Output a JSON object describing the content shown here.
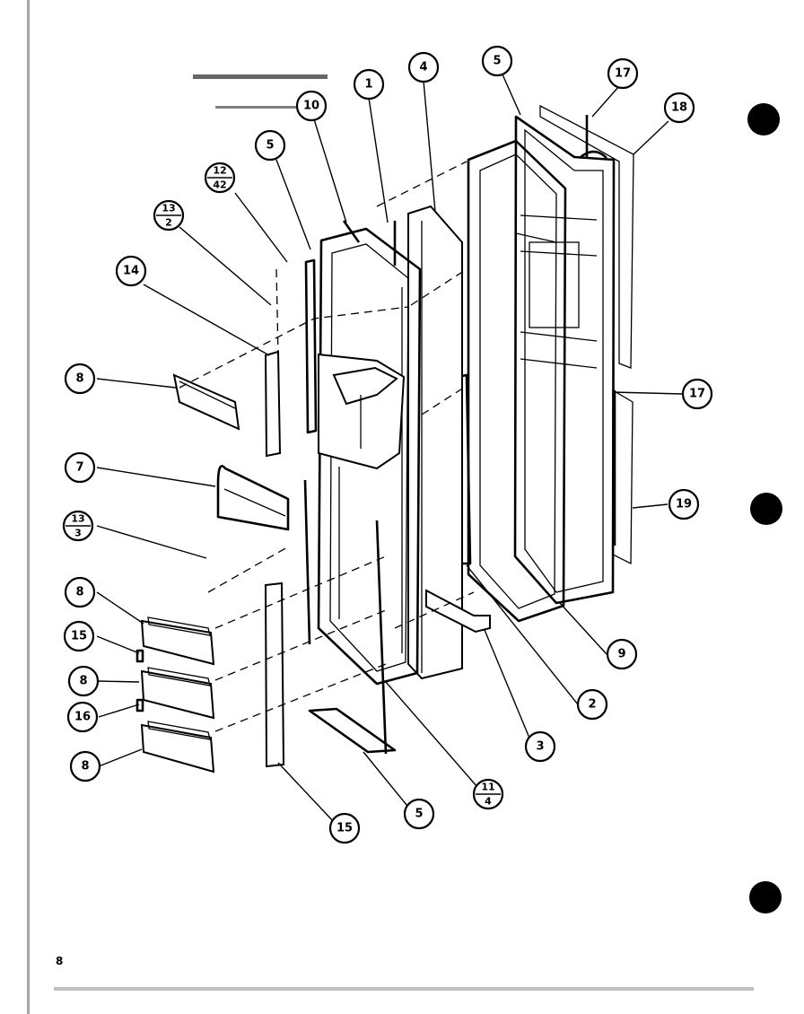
{
  "page": {
    "page_number": "8"
  },
  "callouts": [
    {
      "id": "c1",
      "label": "1"
    },
    {
      "id": "c4",
      "label": "4"
    },
    {
      "id": "c5a",
      "label": "5"
    },
    {
      "id": "c17a",
      "label": "17"
    },
    {
      "id": "c18",
      "label": "18"
    },
    {
      "id": "c10",
      "label": "10"
    },
    {
      "id": "c5b",
      "label": "5"
    },
    {
      "id": "c12",
      "top": "12",
      "bottom": "42"
    },
    {
      "id": "c13a",
      "top": "13",
      "bottom": "2"
    },
    {
      "id": "c14",
      "label": "14"
    },
    {
      "id": "c8a",
      "label": "8"
    },
    {
      "id": "c17b",
      "label": "17"
    },
    {
      "id": "c7",
      "label": "7"
    },
    {
      "id": "c19",
      "label": "19"
    },
    {
      "id": "c13b",
      "top": "13",
      "bottom": "3"
    },
    {
      "id": "c8b",
      "label": "8"
    },
    {
      "id": "c15a",
      "label": "15"
    },
    {
      "id": "c9",
      "label": "9"
    },
    {
      "id": "c8c",
      "label": "8"
    },
    {
      "id": "c16",
      "label": "16"
    },
    {
      "id": "c2",
      "label": "2"
    },
    {
      "id": "c3",
      "label": "3"
    },
    {
      "id": "c8d",
      "label": "8"
    },
    {
      "id": "c11",
      "top": "11",
      "bottom": "4"
    },
    {
      "id": "c5c",
      "label": "5"
    },
    {
      "id": "c15b",
      "label": "15"
    }
  ]
}
